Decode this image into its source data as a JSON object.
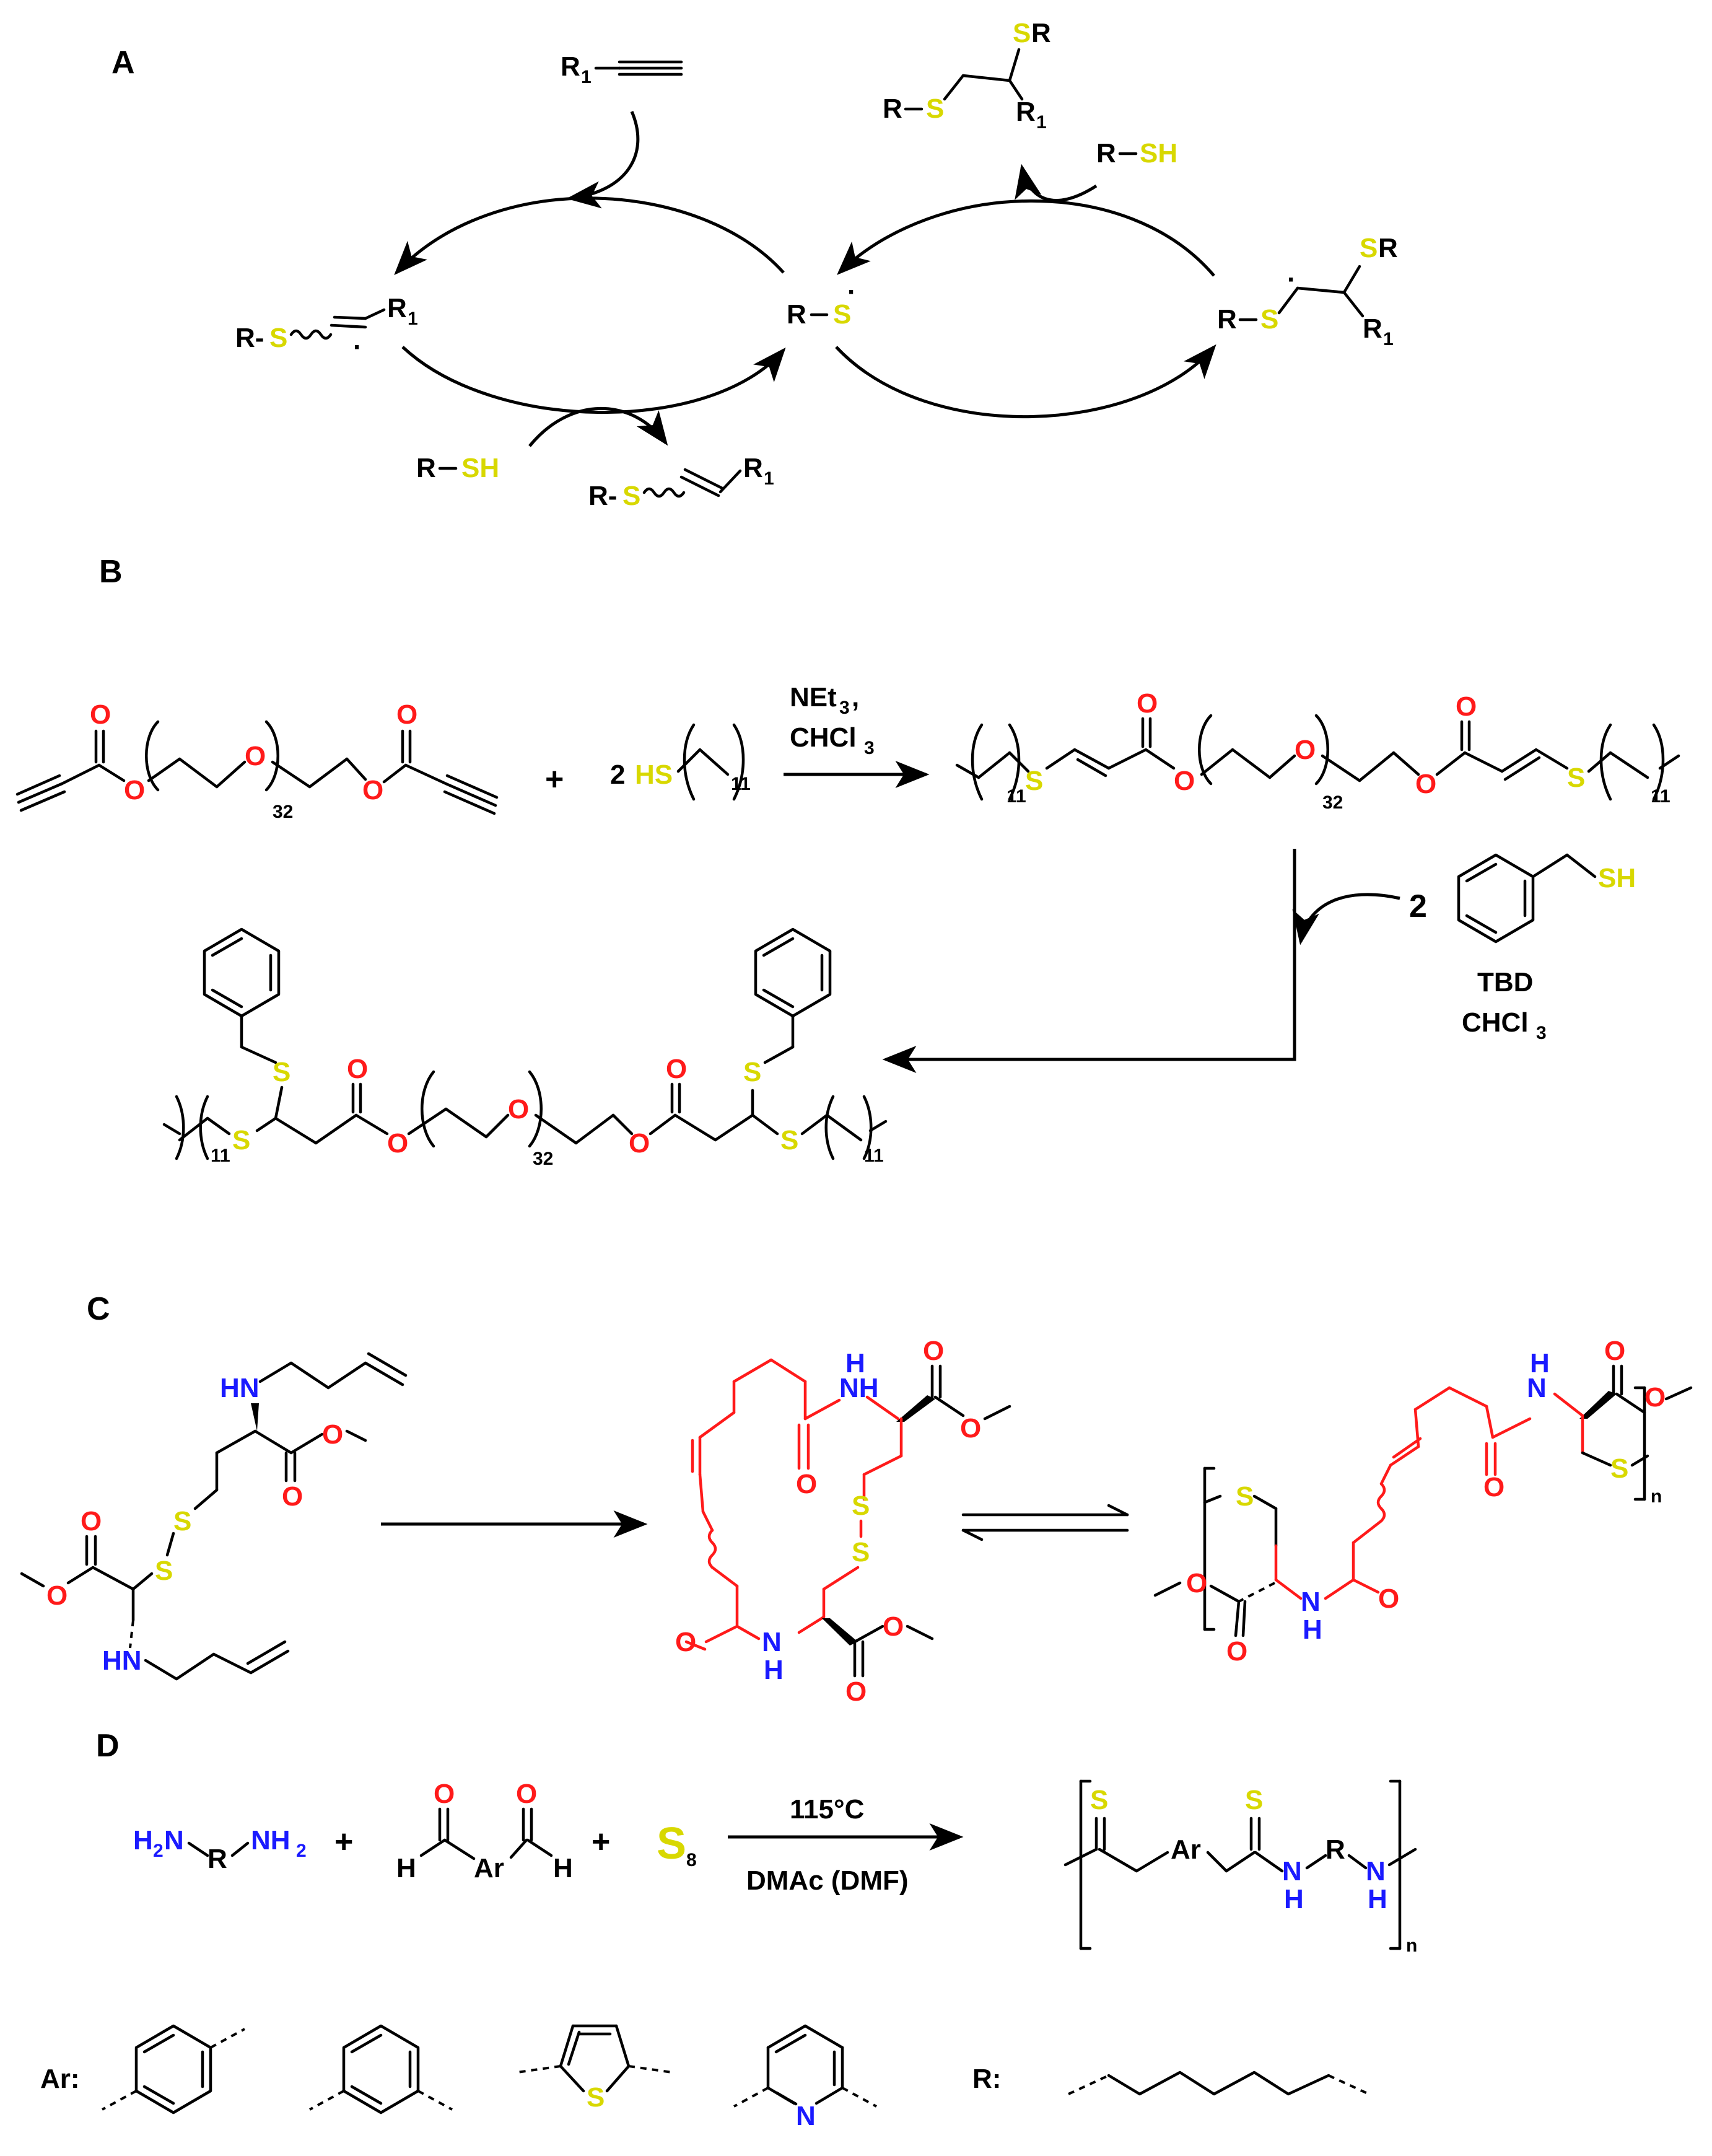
{
  "panels": {
    "a": "A",
    "b": "B",
    "c": "C",
    "d": "D"
  },
  "panel_a": {
    "alkyne_R": "R",
    "alkyne_sub": "1",
    "thiol_R": "R",
    "thiol_dash": "-",
    "thiol_SH": "SH",
    "R_S_radical_R": "R",
    "R_S_radical_S": "S",
    "S_letter": "S",
    "SR_label": "SR",
    "R1": "R",
    "R1_sub": "1",
    "R_minus": "R",
    "R_dash_S": "R-",
    "dot": "·"
  },
  "panel_b": {
    "reagent_conditions_line1": "NEt",
    "reagent_sub3": "3",
    "reagent_comma": ",",
    "reagent_conditions_line2": "CHCl",
    "n32": "32",
    "n11": "11",
    "plus": "+",
    "two": "2",
    "HS": "HS",
    "SH": "SH",
    "O": "O",
    "S": "S",
    "TBD": "TBD",
    "CHCl3": "CHCl",
    "sub3": "3"
  },
  "panel_c": {
    "HN": "HN",
    "NH": "NH",
    "H": "H",
    "N": "N",
    "O": "O",
    "S": "S",
    "n": "n"
  },
  "panel_d": {
    "H2N": "H",
    "H2N_sub": "2",
    "H2N_N": "N",
    "R": "R",
    "NH2": "NH",
    "NH2_sub": "2",
    "plus": "+",
    "Ar": "Ar",
    "H": "H",
    "O": "O",
    "S8": "S",
    "S8_sub": "8",
    "cond_top": "115°C",
    "cond_bottom": "DMAc (DMF)",
    "S": "S",
    "NH": "N",
    "n": "n",
    "Ar_label": "Ar:",
    "R_label": "R:",
    "pyridine_N": "N",
    "thiophene_S": "S"
  },
  "colors": {
    "sulfur": "#d8d800",
    "oxygen": "#ff1a1a",
    "nitrogen": "#1a1aff",
    "bond": "#000000"
  }
}
